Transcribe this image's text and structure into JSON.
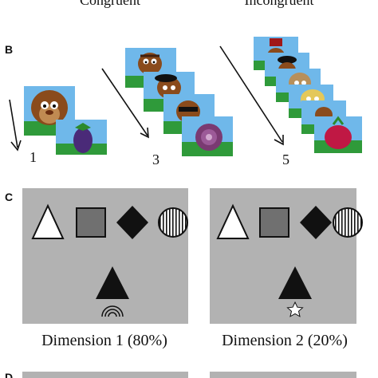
{
  "header": {
    "congruent_label": "Congruent",
    "incongruent_label": "Incongruent"
  },
  "panel_b": {
    "label": "B",
    "counts": [
      "1",
      "3",
      "5"
    ]
  },
  "panel_c": {
    "label": "C",
    "left_caption": "Dimension 1 (80%)",
    "right_caption": "Dimension 2 (20%)"
  },
  "panel_d": {
    "label": "D"
  },
  "colors": {
    "panel_gray": "#b2b2b2",
    "sky": "#6fb8ea",
    "grass": "#2f9a3a",
    "square_fill": "#707070"
  }
}
